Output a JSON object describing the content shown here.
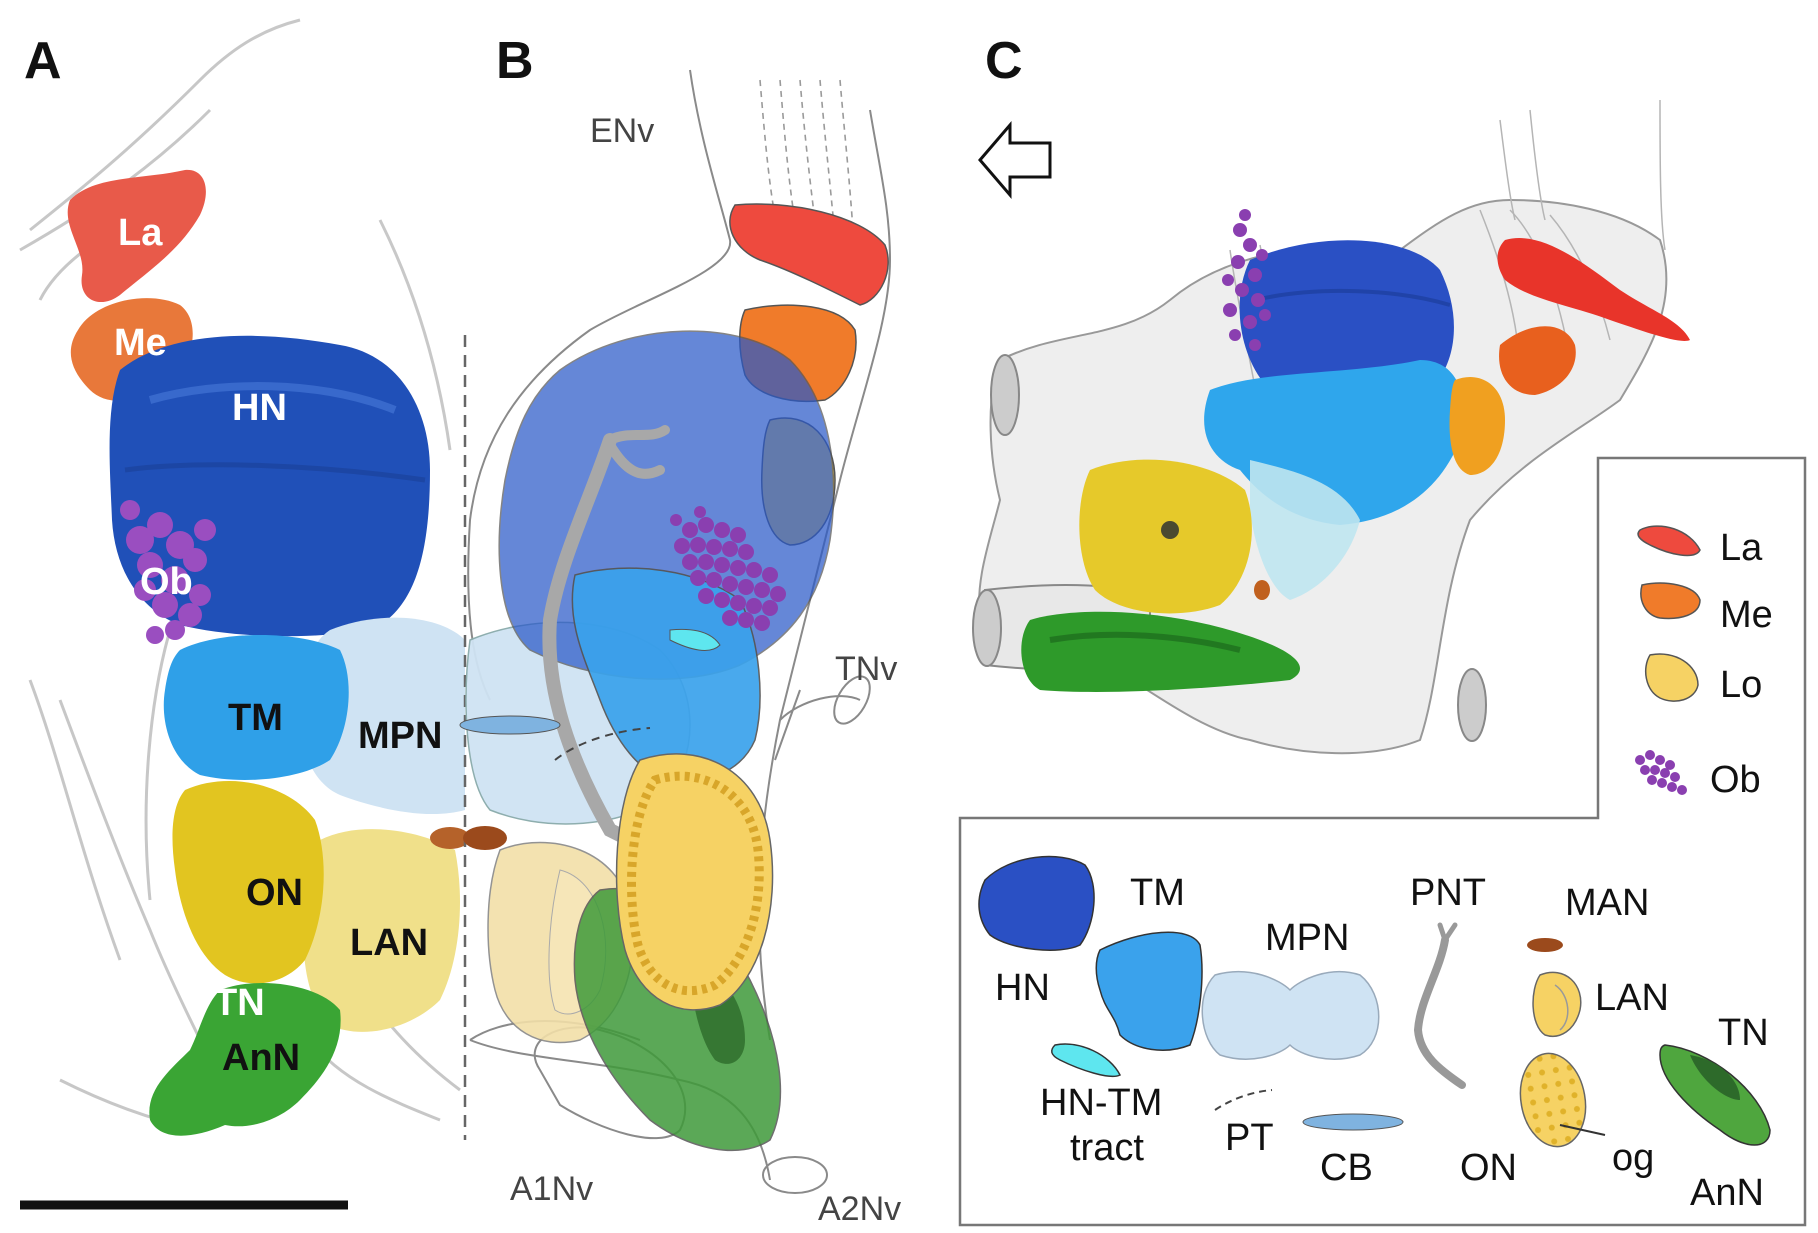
{
  "panels": {
    "a": "A",
    "b": "B",
    "c": "C"
  },
  "panel_a_labels": {
    "la": "La",
    "me": "Me",
    "hn": "HN",
    "ob": "Ob",
    "tm": "TM",
    "mpn": "MPN",
    "on": "ON",
    "lan": "LAN",
    "tn": "TN",
    "ann": "AnN"
  },
  "panel_b_labels": {
    "env": "ENv",
    "tnv": "TNv",
    "a1nv": "A1Nv",
    "a2nv": "A2Nv"
  },
  "legend_top": {
    "la": "La",
    "me": "Me",
    "lo": "Lo",
    "ob": "Ob"
  },
  "legend_bottom": {
    "hn": "HN",
    "tm": "TM",
    "mpn": "MPN",
    "pnt": "PNT",
    "man": "MAN",
    "lan": "LAN",
    "tn": "TN",
    "hn_tm_line1": "HN-TM",
    "hn_tm_line2": "tract",
    "pt": "PT",
    "cb": "CB",
    "on": "ON",
    "og": "og",
    "ann": "AnN"
  },
  "colors": {
    "la": "#ee4a3e",
    "me": "#f07b2a",
    "lo": "#f6d264",
    "hn": "#2a59c8",
    "tm": "#3aa2ec",
    "mpn": "#cfe3f3",
    "on": "#e6c92a",
    "lan": "#f2e39a",
    "tn": "#3f9a3a",
    "ob": "#8a3fb0",
    "man": "#9b4a1c",
    "hn_tm": "#5ee6ef"
  }
}
